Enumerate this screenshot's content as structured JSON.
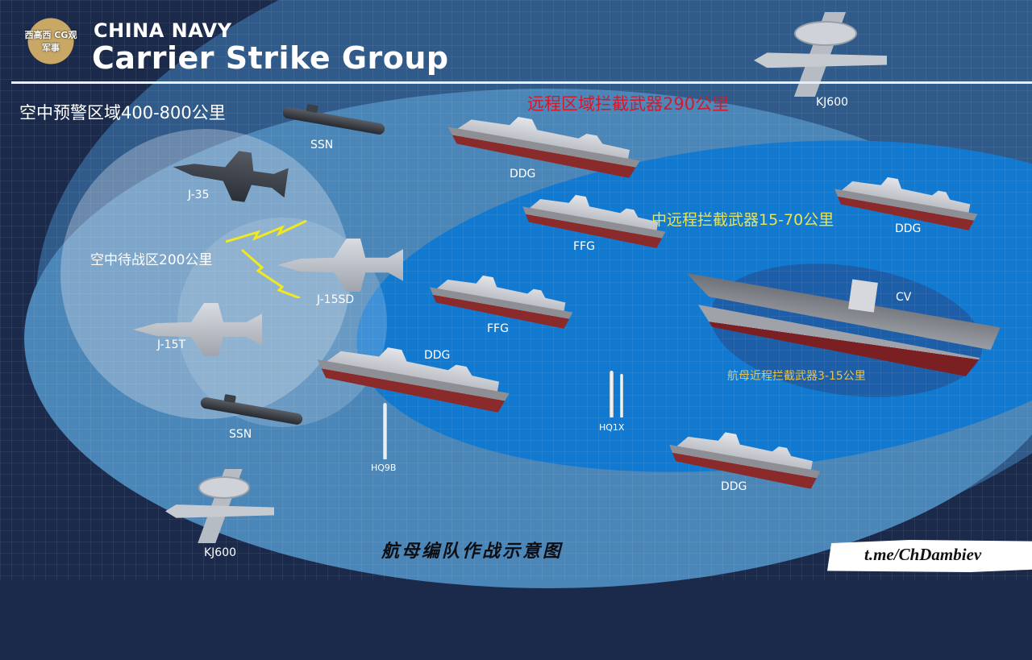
{
  "header": {
    "logo_text": "西高西 CG观军事",
    "title_line1": "CHINA NAVY",
    "title_line2": "Carrier Strike Group"
  },
  "zones": {
    "airborne_early_warning": "空中预警区域400-800公里",
    "long_range_intercept": "远程区域拦截武器290公里",
    "medium_range_intercept": "中远程拦截武器15-70公里",
    "air_standby": "空中待战区200公里",
    "carrier_close_in": "航母近程拦截武器3-15公里"
  },
  "units": {
    "kj600_top": "KJ600",
    "kj600_bottom": "KJ600",
    "ssn_top": "SSN",
    "ssn_bottom": "SSN",
    "j35": "J-35",
    "j15sd": "J-15SD",
    "j15t": "J-15T",
    "ddg_top": "DDG",
    "ddg_right": "DDG",
    "ddg_center": "DDG",
    "ddg_bottom": "DDG",
    "ffg_top": "FFG",
    "ffg_center": "FFG",
    "cv": "CV",
    "hq9b": "HQ9B",
    "hq1x": "HQ1X"
  },
  "footer": {
    "title": "航母编队作战示意图",
    "watermark": "t.me/ChDambiev"
  },
  "colors": {
    "background": "#1b2a4a",
    "outer_zone": "#2f5a8a",
    "long_range_zone": "#4a86b8",
    "mid_range_zone": "#1279d0",
    "close_zone": "#1d5ea8",
    "long_range_label": "#d7182a",
    "mid_range_label": "#e5e35a",
    "close_label": "#e8c450"
  }
}
